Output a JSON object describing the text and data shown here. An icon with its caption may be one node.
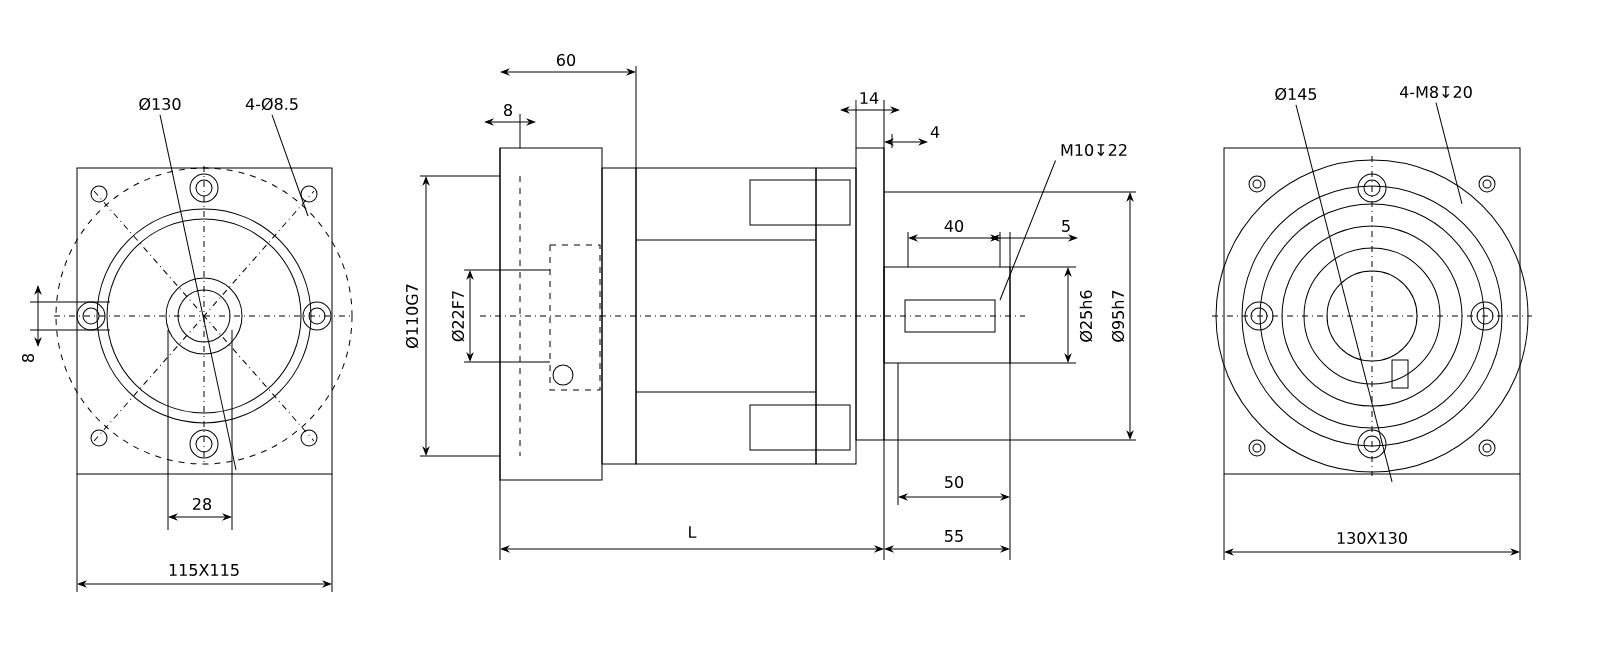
{
  "diagram": {
    "nodes": [
      {
        "text": [
          "Ø130"
        ]
      },
      {
        "text": [
          "4-Ø8.5"
        ]
      },
      {
        "text": [
          "M10↧22"
        ]
      },
      {
        "text": [
          "Ø145"
        ]
      },
      {
        "text": [
          "4-M8↧20"
        ]
      }
    ],
    "edges": [
      {
        "from": 0,
        "to": null,
        "arrow": "none"
      },
      {
        "from": 1,
        "to": null,
        "arrow": "none"
      },
      {
        "from": 2,
        "to": null,
        "arrow": "none"
      },
      {
        "from": 3,
        "to": null,
        "arrow": "none"
      },
      {
        "from": 4,
        "to": null,
        "arrow": "none"
      }
    ],
    "labels": [
      "60",
      "8",
      "14",
      "4",
      "40",
      "5",
      "Ø110G7",
      "Ø22F7",
      "Ø25h6",
      "Ø95h7",
      "8",
      "50",
      "28",
      "L",
      "55",
      "115X115",
      "130X130"
    ]
  }
}
